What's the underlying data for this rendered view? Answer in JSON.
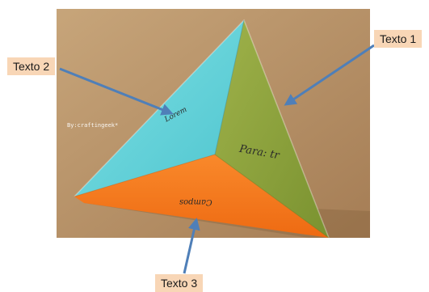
{
  "labels": {
    "texto1": "Texto 1",
    "texto2": "Texto 2",
    "texto3": "Texto 3"
  },
  "photo": {
    "watermark": "By:craftingeek*",
    "face_green_text": "Para: tr",
    "face_orange_text": "Campos",
    "face_blue_text": "Lorem"
  },
  "colors": {
    "background": "#b79267",
    "face_blue": "#5fd0d6",
    "face_green": "#8ea33c",
    "face_orange": "#f57a1e",
    "label_bg": "#f8d6b6",
    "arrow": "#4f7fb8"
  }
}
